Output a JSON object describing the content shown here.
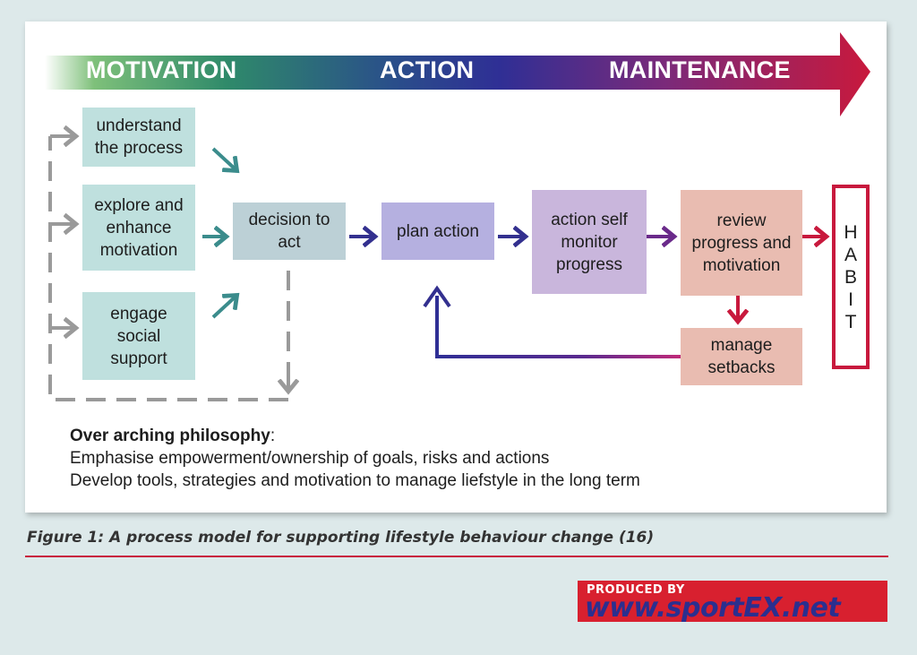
{
  "phases": {
    "motivation": "MOTIVATION",
    "action": "ACTION",
    "maintenance": "MAINTENANCE"
  },
  "boxes": {
    "understand": [
      "understand",
      "the process"
    ],
    "explore": [
      "explore and",
      "enhance",
      "motivation"
    ],
    "engage": [
      "engage",
      "social",
      "support"
    ],
    "decision": [
      "decision to",
      "act"
    ],
    "plan": [
      "plan action"
    ],
    "monitor": [
      "action self",
      "monitor",
      "progress"
    ],
    "review": [
      "review",
      "progress and",
      "motivation"
    ],
    "setbacks": [
      "manage",
      "setbacks"
    ]
  },
  "habit_letters": [
    "H",
    "A",
    "B",
    "I",
    "T"
  ],
  "philosophy": {
    "title": "Over arching philosophy",
    "line1": "Emphasise empowerment/ownership of goals, risks and actions",
    "line2": "Develop tools, strategies and motivation to manage liefstyle in the long term"
  },
  "caption": "Figure 1: A process model for supporting lifestyle behaviour change (16)",
  "logo": {
    "produced_by": "PRODUCED BY",
    "url": "www.sportEX.net"
  },
  "colors": {
    "teal_arrow": "#3b8c8c",
    "grey_dash": "#9a9a9a",
    "navy_arrow": "#33308f",
    "purple_arrow": "#6a2a8a",
    "red_arrow": "#c8193d"
  }
}
